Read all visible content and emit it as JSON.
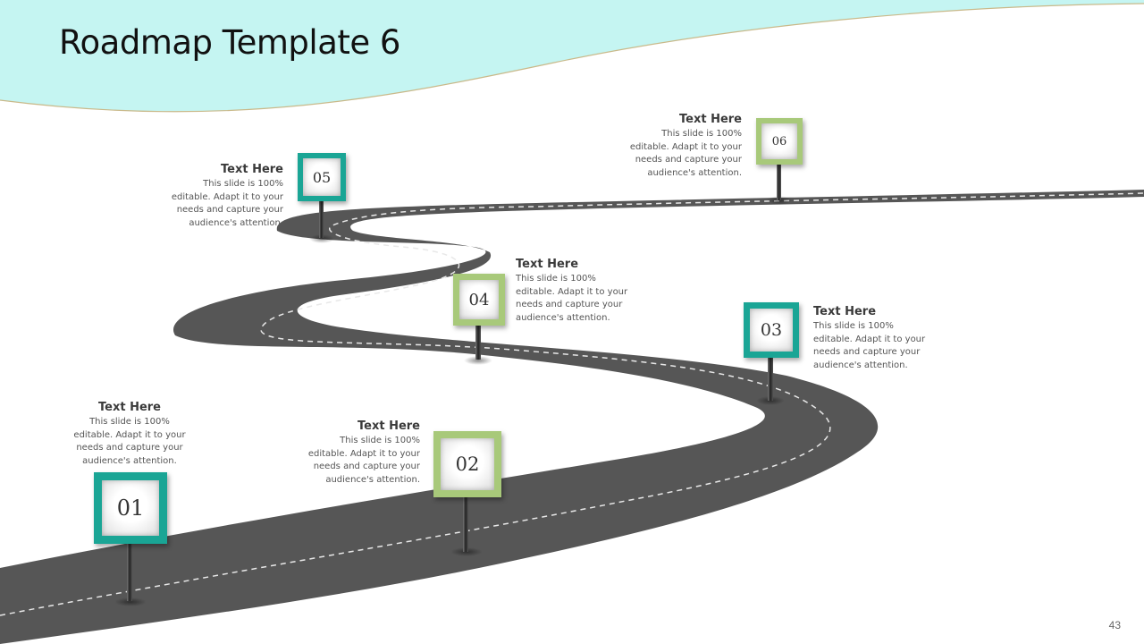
{
  "slide": {
    "title": "Roadmap Template 6",
    "page_number": "43"
  },
  "colors": {
    "header_wave": "#c5f5f2",
    "wave_line": "#c9b98a",
    "road": "#555555",
    "road_dash": "#e8e8e8",
    "teal": "#1aa595",
    "green": "#a8c97a"
  },
  "milestones": [
    {
      "number": "01",
      "title": "Text Here",
      "lines": [
        "This slide is 100%",
        "editable. Adapt it to your",
        "needs and capture your",
        "audience's attention."
      ],
      "color": "teal"
    },
    {
      "number": "02",
      "title": "Text Here",
      "lines": [
        "This slide is 100%",
        "editable. Adapt it to your",
        "needs and capture your",
        "audience's attention."
      ],
      "color": "green"
    },
    {
      "number": "03",
      "title": "Text Here",
      "lines": [
        "This slide is 100%",
        "editable. Adapt it to your",
        "needs and capture your",
        "audience's attention."
      ],
      "color": "teal"
    },
    {
      "number": "04",
      "title": "Text Here",
      "lines": [
        "This slide is 100%",
        "editable. Adapt it to your",
        "needs and capture your",
        "audience's attention."
      ],
      "color": "green"
    },
    {
      "number": "05",
      "title": "Text Here",
      "lines": [
        "This slide is 100%",
        "editable. Adapt it to your",
        "needs and capture your",
        "audience's attention."
      ],
      "color": "teal"
    },
    {
      "number": "06",
      "title": "Text Here",
      "lines": [
        "This slide is 100%",
        "editable. Adapt it to your",
        "needs and capture your",
        "audience's attention."
      ],
      "color": "green"
    }
  ]
}
